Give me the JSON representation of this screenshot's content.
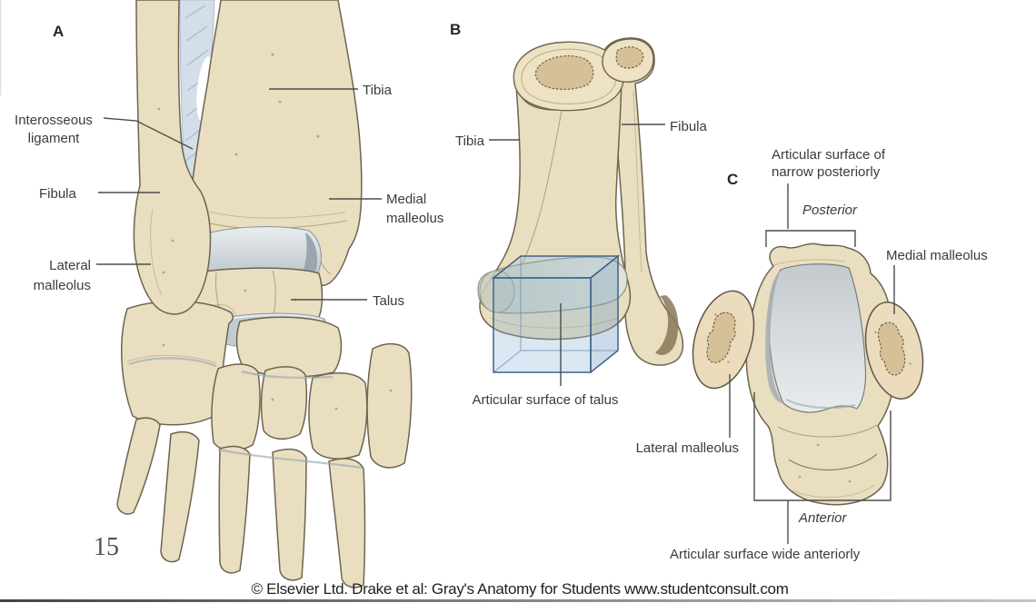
{
  "figure_title": "Ankle joint anatomy figure (three views)",
  "panelA": {
    "letter": "A",
    "interosseous_line1": "Interosseous",
    "interosseous_line2": "ligament",
    "fibula": "Fibula",
    "lateral_line1": "Lateral",
    "lateral_line2": "malleolus",
    "tibia": "Tibia",
    "medial_line1": "Medial",
    "medial_line2": "malleolus",
    "talus": "Talus"
  },
  "panelB": {
    "letter": "B",
    "tibia": "Tibia",
    "fibula": "Fibula",
    "articular_surface": "Articular surface of talus"
  },
  "panelC": {
    "letter": "C",
    "narrow_line1": "Articular surface of",
    "narrow_line2": "narrow posteriorly",
    "posterior": "Posterior",
    "medial_malleolus": "Medial malleolus",
    "lateral_malleolus": "Lateral malleolus",
    "anterior": "Anterior",
    "wide_label": "Articular surface wide anteriorly"
  },
  "footer": {
    "page_number": "15",
    "credit": "© Elsevier Ltd. Drake et al: Gray's Anatomy for Students www.studentconsult.com"
  },
  "colors": {
    "background": "#ffffff",
    "bone": "#e9dec0",
    "bone_outline": "#6e6450",
    "cartilage": "#c4cdd2",
    "ligament": "#d4dee9",
    "highlight_box_fill": "#8cb4d8",
    "highlight_box_edge": "#3f628a",
    "label_text": "#3b3b3b",
    "leader_line": "#4d4d4d"
  }
}
